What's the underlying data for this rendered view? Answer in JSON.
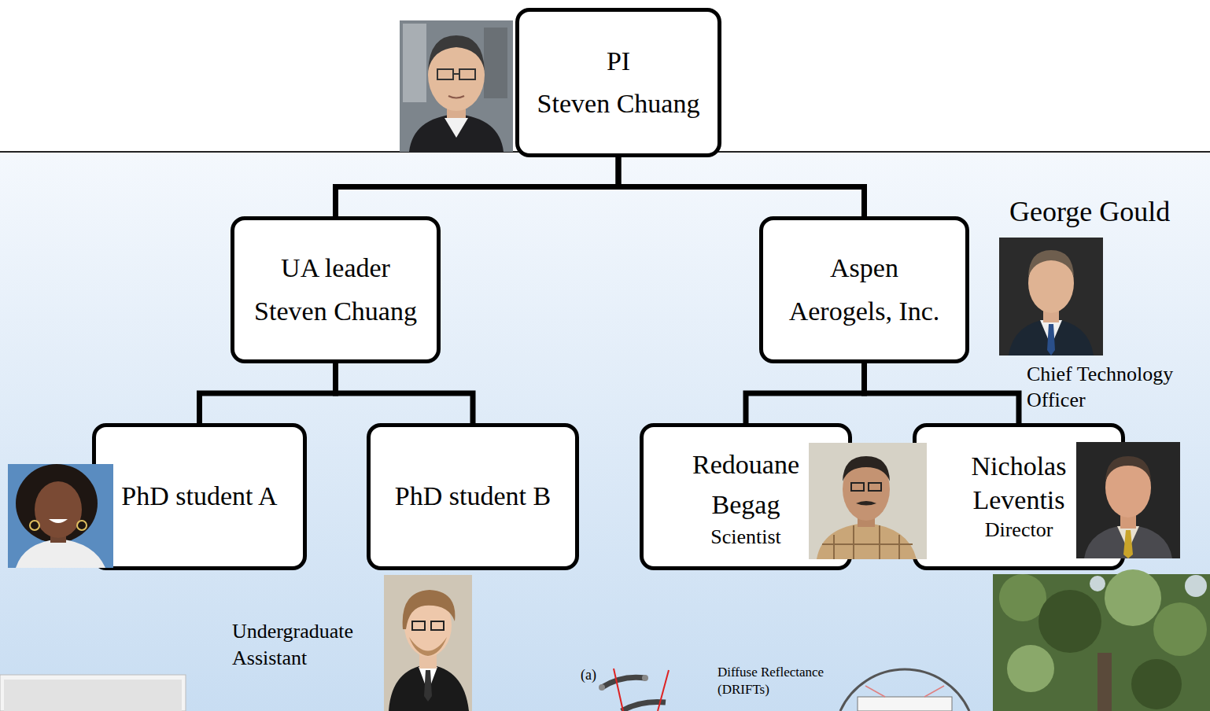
{
  "diagram": {
    "nodes": [
      {
        "text": [
          "PI",
          "Steven Chuang"
        ]
      },
      {
        "text": [
          "UA leader",
          "Steven Chuang"
        ]
      },
      {
        "text": [
          "Aspen Aerogels, Inc."
        ]
      },
      {
        "text": [
          "PhD student A"
        ]
      },
      {
        "text": [
          "PhD student B"
        ]
      },
      {
        "text": [
          "Redouane Begag",
          "Scientist"
        ]
      },
      {
        "text": [
          "Nicholas Leventis",
          "Director"
        ]
      }
    ],
    "edges": [
      {
        "from": 0,
        "to": 1,
        "arrow": "none"
      },
      {
        "from": 0,
        "to": 2,
        "arrow": "none"
      },
      {
        "from": 1,
        "to": 3,
        "arrow": "none"
      },
      {
        "from": 1,
        "to": 4,
        "arrow": "none"
      },
      {
        "from": 2,
        "to": 5,
        "arrow": "none"
      },
      {
        "from": 2,
        "to": 6,
        "arrow": "none"
      }
    ],
    "labels": [
      "George Gould",
      "Chief Technology Officer",
      "Undergraduate Assistant",
      "(a)",
      "Diffuse Reflectance (DRIFTs)"
    ]
  }
}
